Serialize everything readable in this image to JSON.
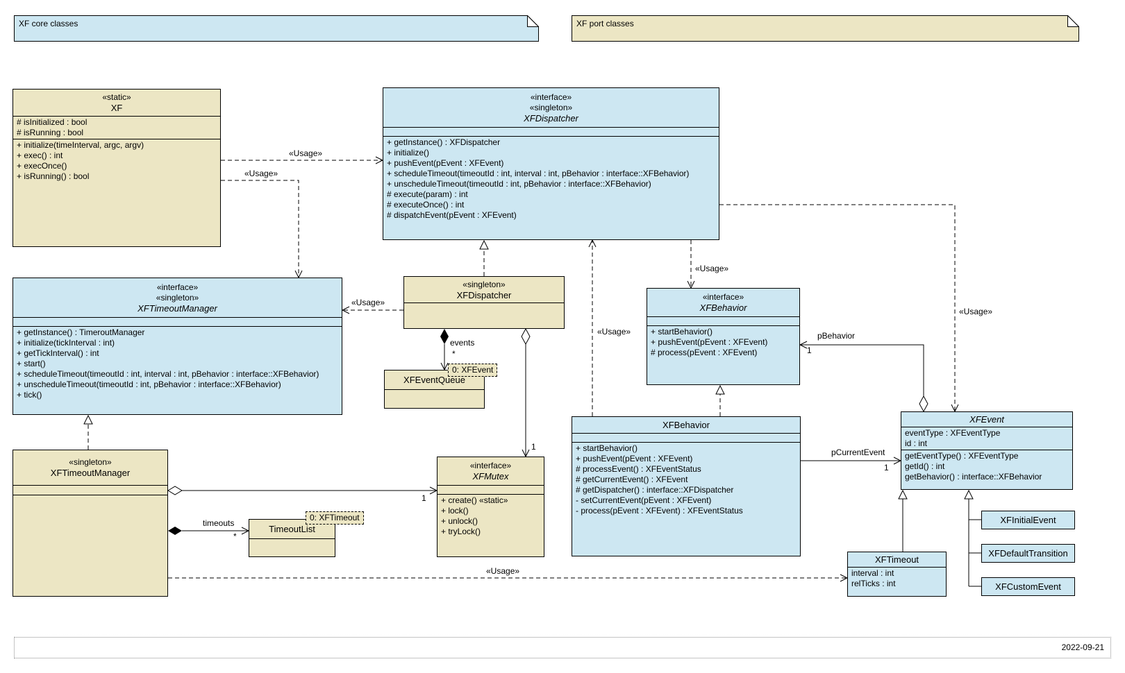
{
  "notes": {
    "core": "XF core classes",
    "port": "XF port classes"
  },
  "date": "2022-09-21",
  "colors": {
    "blue_fill": "#cde7f2",
    "beige_fill": "#ece6c4",
    "border": "#000000"
  },
  "object_notes": {
    "event": "0: XFEvent",
    "timeout": "0: XFTimeout"
  },
  "edge_labels": {
    "usage": "«Usage»",
    "events": "events",
    "timeouts": "timeouts",
    "pBehavior": "pBehavior",
    "pCurrentEvent": "pCurrentEvent",
    "many": "*",
    "one": "1"
  },
  "classes": {
    "xf": {
      "stereotypes": [
        "«static»"
      ],
      "name": "XF",
      "attributes": [
        "# isInitialized : bool",
        "# isRunning : bool"
      ],
      "methods": [
        "+ initialize(timeInterval, argc, argv)",
        "+ exec() : int",
        "+ execOnce()",
        "+ isRunning() : bool"
      ]
    },
    "xfdispatcher_if": {
      "stereotypes": [
        "«interface»",
        "«singleton»"
      ],
      "name": "XFDispatcher",
      "methods": [
        "+ getInstance() : XFDispatcher",
        "+ initialize()",
        "+ pushEvent(pEvent : XFEvent)",
        "+ scheduleTimeout(timeoutId : int, interval : int, pBehavior : interface::XFBehavior)",
        "+ unscheduleTimeout(timeoutId : int, pBehavior : interface::XFBehavior)",
        "# execute(param) : int",
        "# executeOnce() : int",
        "# dispatchEvent(pEvent : XFEvent)"
      ]
    },
    "xftimeoutmanager_if": {
      "stereotypes": [
        "«interface»",
        "«singleton»"
      ],
      "name": "XFTimeoutManager",
      "methods": [
        "+ getInstance() : TimeroutManager",
        "+ initialize(tickInterval : int)",
        "+ getTickInterval() : int",
        "+ start()",
        "+ scheduleTimeout(timeoutId : int, interval : int, pBehavior : interface::XFBehavior)",
        "+ unscheduleTimeout(timeoutId : int, pBehavior : interface::XFBehavior)",
        "+ tick()"
      ]
    },
    "xfdispatcher_s": {
      "stereotypes": [
        "«singleton»"
      ],
      "name": "XFDispatcher"
    },
    "xfeventqueue": {
      "name": "XFEventQueue"
    },
    "xfbehavior_if": {
      "stereotypes": [
        "«interface»"
      ],
      "name": "XFBehavior",
      "methods": [
        "+ startBehavior()",
        "+ pushEvent(pEvent : XFEvent)",
        "# process(pEvent : XFEvent)"
      ]
    },
    "xfbehavior": {
      "name": "XFBehavior",
      "methods": [
        "+ startBehavior()",
        "+ pushEvent(pEvent : XFEvent)",
        "# processEvent() : XFEventStatus",
        "# getCurrentEvent() : XFEvent",
        "# getDispatcher() : interface::XFDispatcher",
        "- setCurrentEvent(pEvent : XFEvent)",
        "- process(pEvent : XFEvent) : XFEventStatus"
      ]
    },
    "xfevent": {
      "name": "XFEvent",
      "attributes": [
        "eventType : XFEventType",
        "id : int"
      ],
      "methods": [
        "getEventType() : XFEventType",
        "getId() : int",
        "getBehavior() : interface::XFBehavior"
      ]
    },
    "xftimeout": {
      "name": "XFTimeout",
      "attributes": [
        "interval : int",
        "relTicks : int"
      ]
    },
    "xfinitialevent": {
      "name": "XFInitialEvent"
    },
    "xfdefaulttransition": {
      "name": "XFDefaultTransition"
    },
    "xfcustomevent": {
      "name": "XFCustomEvent"
    },
    "xfmutex": {
      "stereotypes": [
        "«interface»"
      ],
      "name": "XFMutex",
      "methods": [
        "+ create() «static»",
        "+ lock()",
        "+ unlock()",
        "+ tryLock()"
      ]
    },
    "xftimeoutmanager_s": {
      "stereotypes": [
        "«singleton»"
      ],
      "name": "XFTimeoutManager"
    },
    "timeoutlist": {
      "name": "TimeoutList"
    }
  }
}
